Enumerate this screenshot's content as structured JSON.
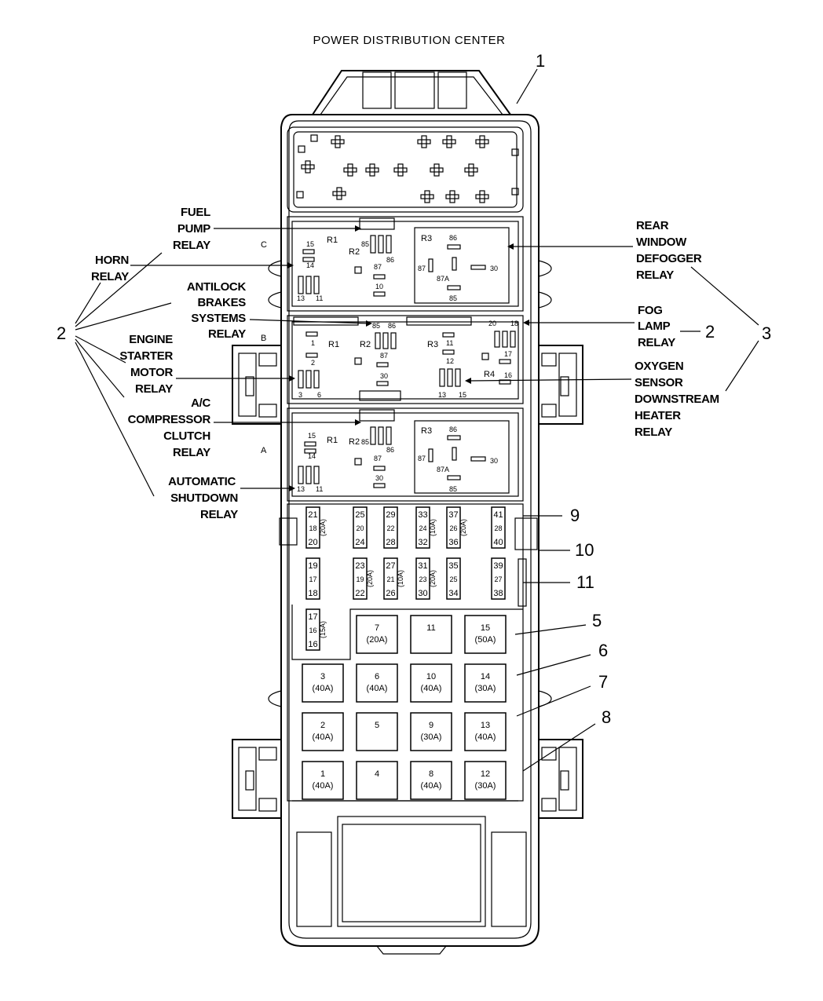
{
  "title": "POWER DISTRIBUTION CENTER",
  "callout_numbers": {
    "c1": "1",
    "c2_left": "2",
    "c2_right": "2",
    "c3": "3",
    "c5": "5",
    "c6": "6",
    "c7": "7",
    "c8": "8",
    "c9": "9",
    "c10": "10",
    "c11": "11"
  },
  "section_letters": {
    "c": "C",
    "b": "B",
    "a": "A"
  },
  "relay_labels": {
    "fuel_pump": [
      "FUEL",
      "PUMP",
      "RELAY"
    ],
    "horn": [
      "HORN",
      "RELAY"
    ],
    "antilock": [
      "ANTILOCK",
      "BRAKES",
      "SYSTEMS",
      "RELAY"
    ],
    "engine_starter": [
      "ENGINE",
      "STARTER",
      "MOTOR",
      "RELAY"
    ],
    "ac_compressor": [
      "A/C",
      "COMPRESSOR",
      "CLUTCH",
      "RELAY"
    ],
    "auto_shutdown": [
      "AUTOMATIC",
      "SHUTDOWN",
      "RELAY"
    ],
    "rear_window": [
      "REAR",
      "WINDOW",
      "DEFOGGER",
      "RELAY"
    ],
    "fog_lamp": [
      "FOG",
      "LAMP",
      "RELAY"
    ],
    "oxygen_sensor": [
      "OXYGEN",
      "SENSOR",
      "DOWNSTREAM",
      "HEATER",
      "RELAY"
    ]
  },
  "relay_slots": {
    "c_r1": [
      "R1",
      "15",
      "14",
      "13",
      "11"
    ],
    "c_r2": [
      "R2",
      "85",
      "86",
      "87",
      "10"
    ],
    "c_r3": [
      "R3",
      "86",
      "87",
      "87A",
      "30",
      "85"
    ],
    "b_r1": [
      "R1",
      "1",
      "2",
      "3",
      "6"
    ],
    "b_r2": [
      "R2",
      "85",
      "86",
      "87",
      "30"
    ],
    "b_r3": [
      "R3",
      "11",
      "12",
      "13",
      "15"
    ],
    "b_r4": [
      "R4",
      "20",
      "18",
      "17",
      "16"
    ],
    "a_r1": [
      "R1",
      "15",
      "14",
      "13",
      "11"
    ],
    "a_r2": [
      "R2",
      "85",
      "86",
      "87",
      "30"
    ],
    "a_r3": [
      "R3",
      "86",
      "87",
      "87A",
      "30",
      "85"
    ]
  },
  "mini_fuses_row1": [
    {
      "top": "21",
      "mid": "18",
      "bot": "20",
      "rating": "(20A)"
    },
    {
      "top": "25",
      "mid": "20",
      "bot": "24",
      "rating": ""
    },
    {
      "top": "29",
      "mid": "22",
      "bot": "28",
      "rating": ""
    },
    {
      "top": "33",
      "mid": "24",
      "bot": "32",
      "rating": "(10A)"
    },
    {
      "top": "37",
      "mid": "26",
      "bot": "36",
      "rating": "(20A)"
    },
    {
      "top": "41",
      "mid": "28",
      "bot": "40",
      "rating": ""
    }
  ],
  "mini_fuses_row2": [
    {
      "top": "19",
      "mid": "17",
      "bot": "18",
      "rating": ""
    },
    {
      "top": "23",
      "mid": "19",
      "bot": "22",
      "rating": "(20A)"
    },
    {
      "top": "27",
      "mid": "21",
      "bot": "26",
      "rating": "(10A)"
    },
    {
      "top": "31",
      "mid": "23",
      "bot": "30",
      "rating": "(20A)"
    },
    {
      "top": "35",
      "mid": "25",
      "bot": "34",
      "rating": ""
    },
    {
      "top": "39",
      "mid": "27",
      "bot": "38",
      "rating": ""
    }
  ],
  "mini_fuse_17": {
    "top": "17",
    "mid": "16",
    "bot": "16",
    "rating": "(15A)"
  },
  "maxi_fuses": [
    [
      {
        "n": "7",
        "a": "(20A)"
      },
      {
        "n": "11",
        "a": ""
      },
      {
        "n": "15",
        "a": "(50A)"
      }
    ],
    [
      {
        "n": "3",
        "a": "(40A)"
      },
      {
        "n": "6",
        "a": "(40A)"
      },
      {
        "n": "10",
        "a": "(40A)"
      },
      {
        "n": "14",
        "a": "(30A)"
      }
    ],
    [
      {
        "n": "2",
        "a": "(40A)"
      },
      {
        "n": "5",
        "a": ""
      },
      {
        "n": "9",
        "a": "(30A)"
      },
      {
        "n": "13",
        "a": "(40A)"
      }
    ],
    [
      {
        "n": "1",
        "a": "(40A)"
      },
      {
        "n": "4",
        "a": ""
      },
      {
        "n": "8",
        "a": "(40A)"
      },
      {
        "n": "12",
        "a": "(30A)"
      }
    ]
  ]
}
